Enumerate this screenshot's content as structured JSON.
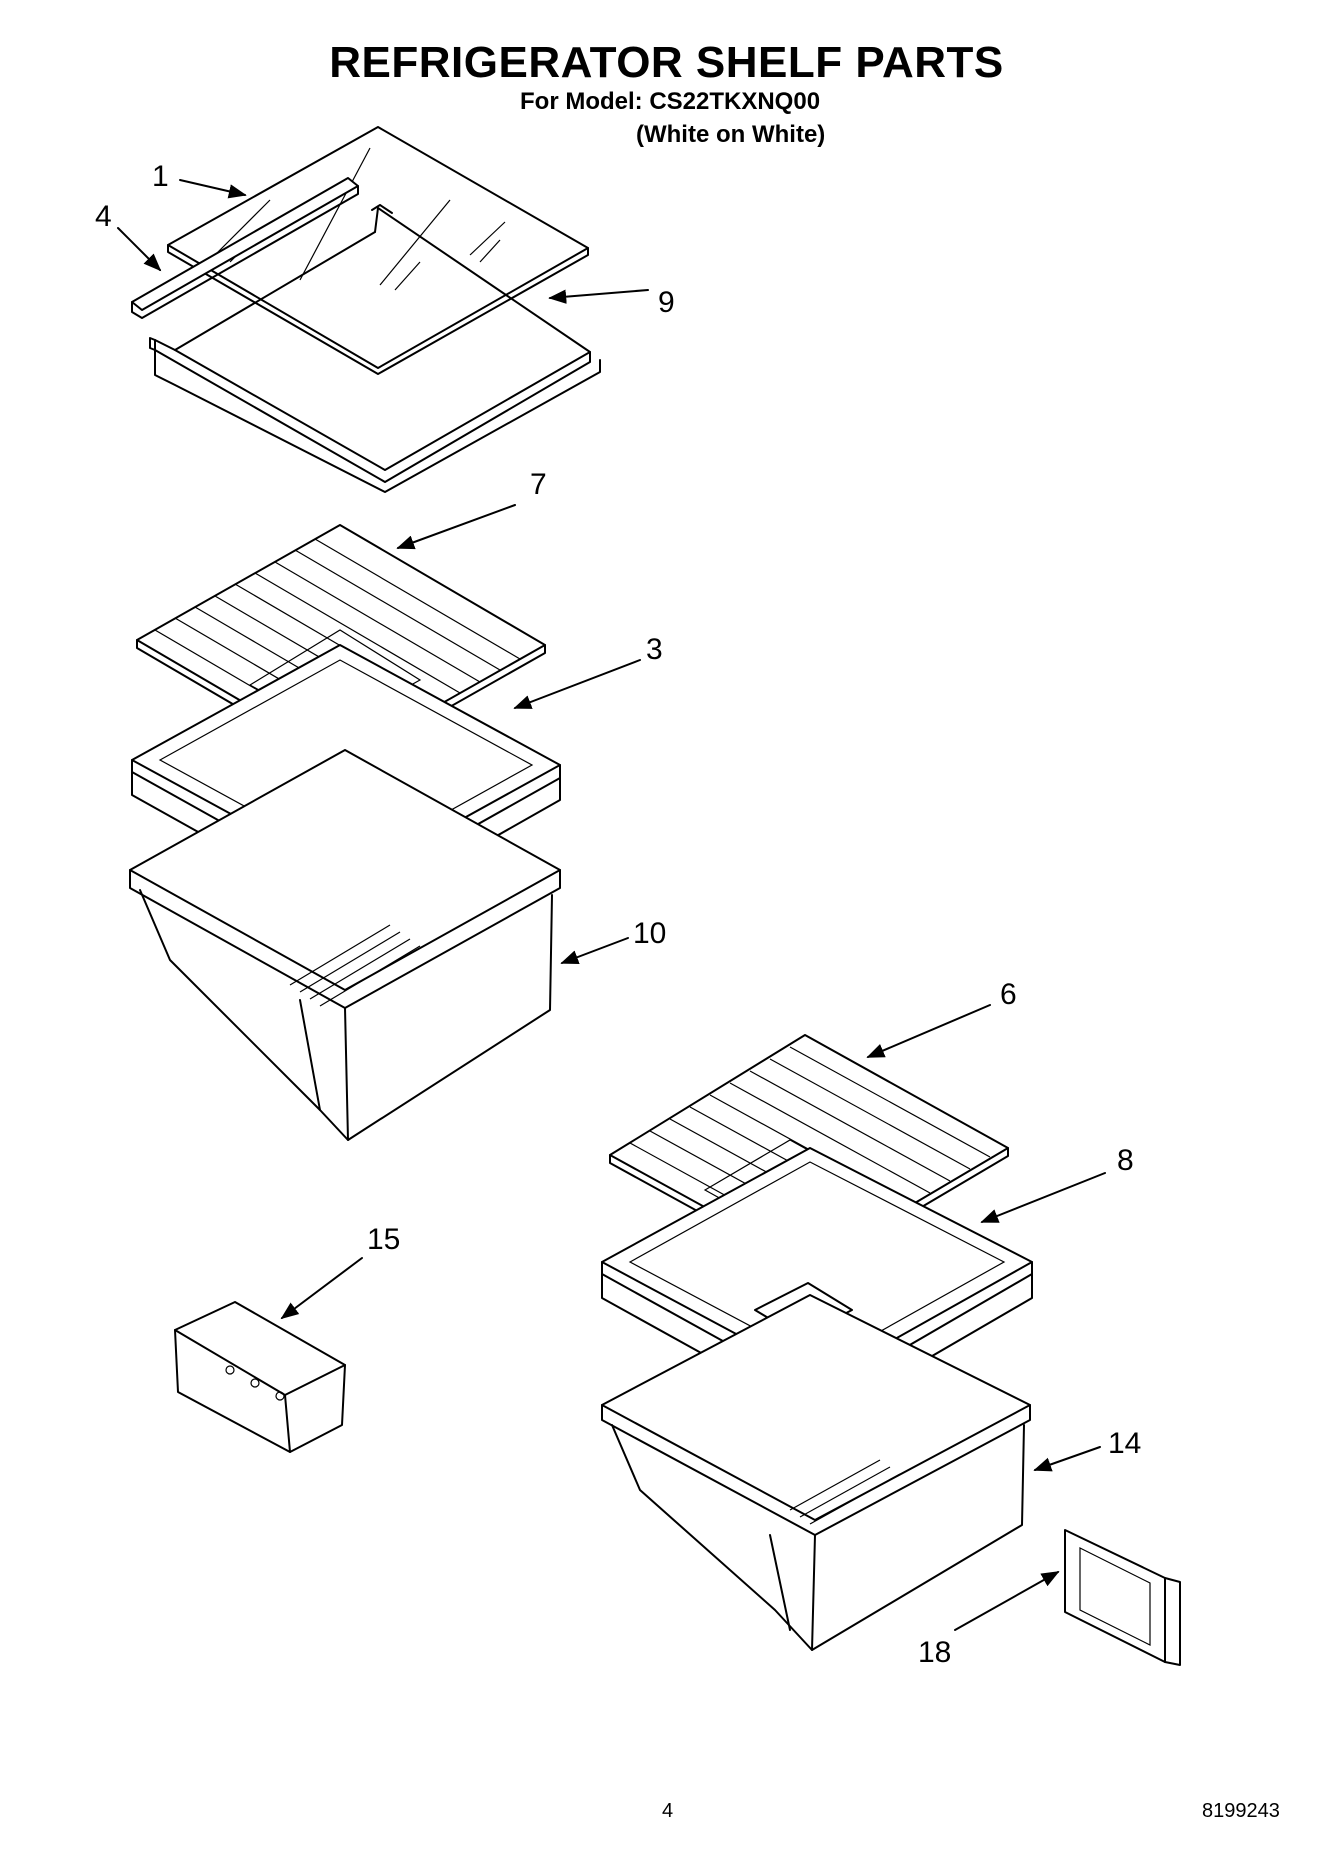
{
  "title": "REFRIGERATOR SHELF PARTS",
  "model_line": "For Model: CS22TKXNQ00",
  "color_line": "(White on White)",
  "callouts": {
    "c1": "1",
    "c4": "4",
    "c9": "9",
    "c7": "7",
    "c3": "3",
    "c10": "10",
    "c6": "6",
    "c8": "8",
    "c15": "15",
    "c14": "14",
    "c18": "18"
  },
  "footer": {
    "page_number": "4",
    "doc_number": "8199243"
  }
}
